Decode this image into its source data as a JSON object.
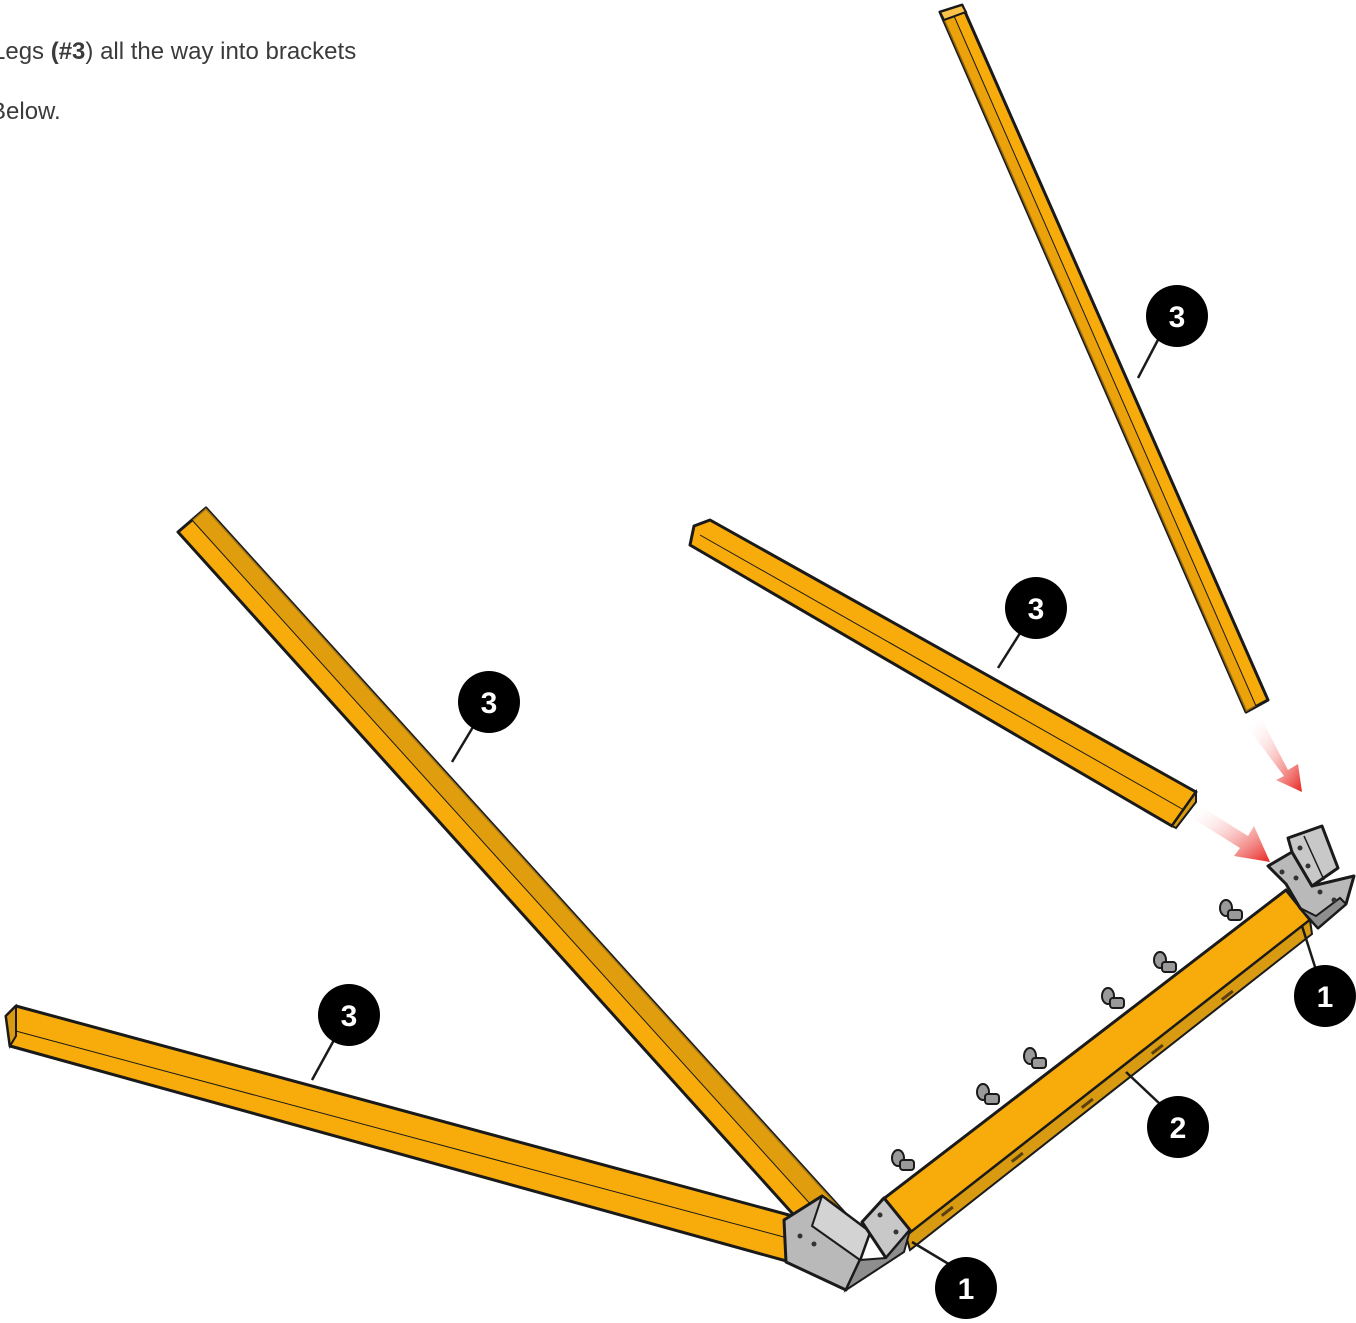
{
  "instructions": {
    "line1_prefix": "Legs ",
    "line1_ref": "(#3",
    "line1_suffix": ") all the way into brackets",
    "line2": "Below."
  },
  "callouts": {
    "leg_top_right": "3",
    "leg_middle": "3",
    "leg_left_upper": "3",
    "leg_left_lower": "3",
    "bracket_right": "1",
    "beam": "2",
    "bracket_left": "1"
  },
  "colors": {
    "wood_face": "#F7AC0C",
    "wood_side": "#D89A10",
    "wood_top": "#F9C24A",
    "bracket": "#B9B9B9",
    "bracket_dark": "#8E8E8E",
    "arrow": "#E8231E",
    "outline": "#1A1A1A",
    "callout": "#000000"
  }
}
